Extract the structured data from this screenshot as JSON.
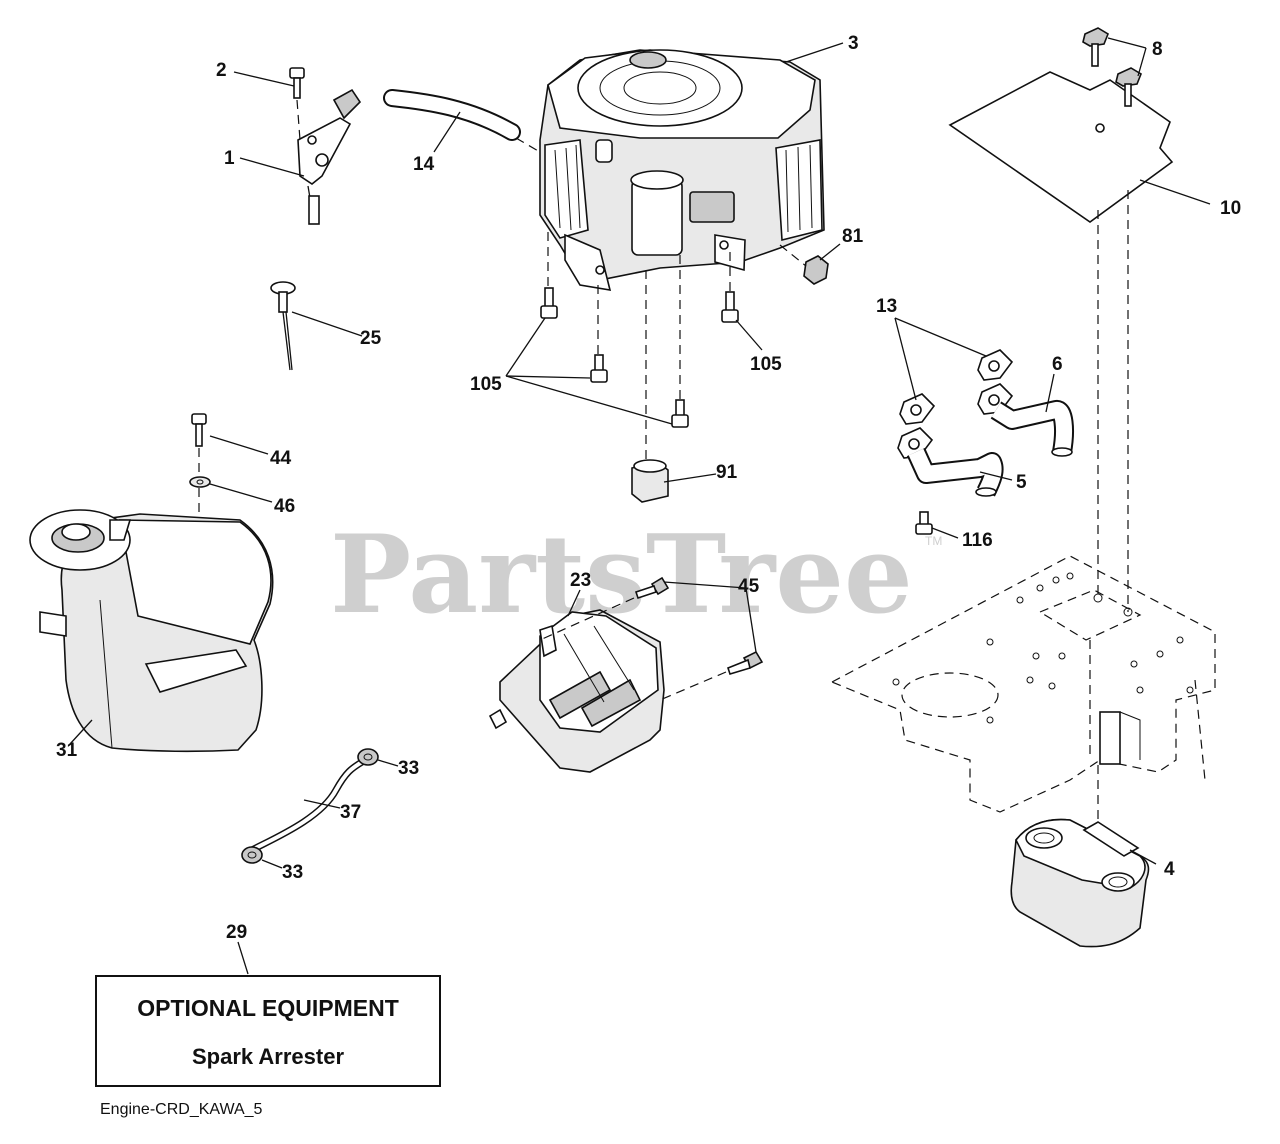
{
  "watermark": {
    "text": "PartsTree",
    "tm": "TM"
  },
  "callouts": {
    "c1": "1",
    "c2": "2",
    "c3": "3",
    "c4": "4",
    "c5": "5",
    "c6": "6",
    "c8": "8",
    "c10": "10",
    "c13": "13",
    "c14": "14",
    "c23": "23",
    "c25": "25",
    "c29": "29",
    "c31": "31",
    "c33a": "33",
    "c33b": "33",
    "c37": "37",
    "c44": "44",
    "c45": "45",
    "c46": "46",
    "c81": "81",
    "c91": "91",
    "c105a": "105",
    "c105b": "105",
    "c116": "116"
  },
  "optional_box": {
    "title": "OPTIONAL EQUIPMENT",
    "subtitle": "Spark Arrester"
  },
  "footer": {
    "diagram_id": "Engine-CRD_KAWA_5"
  }
}
